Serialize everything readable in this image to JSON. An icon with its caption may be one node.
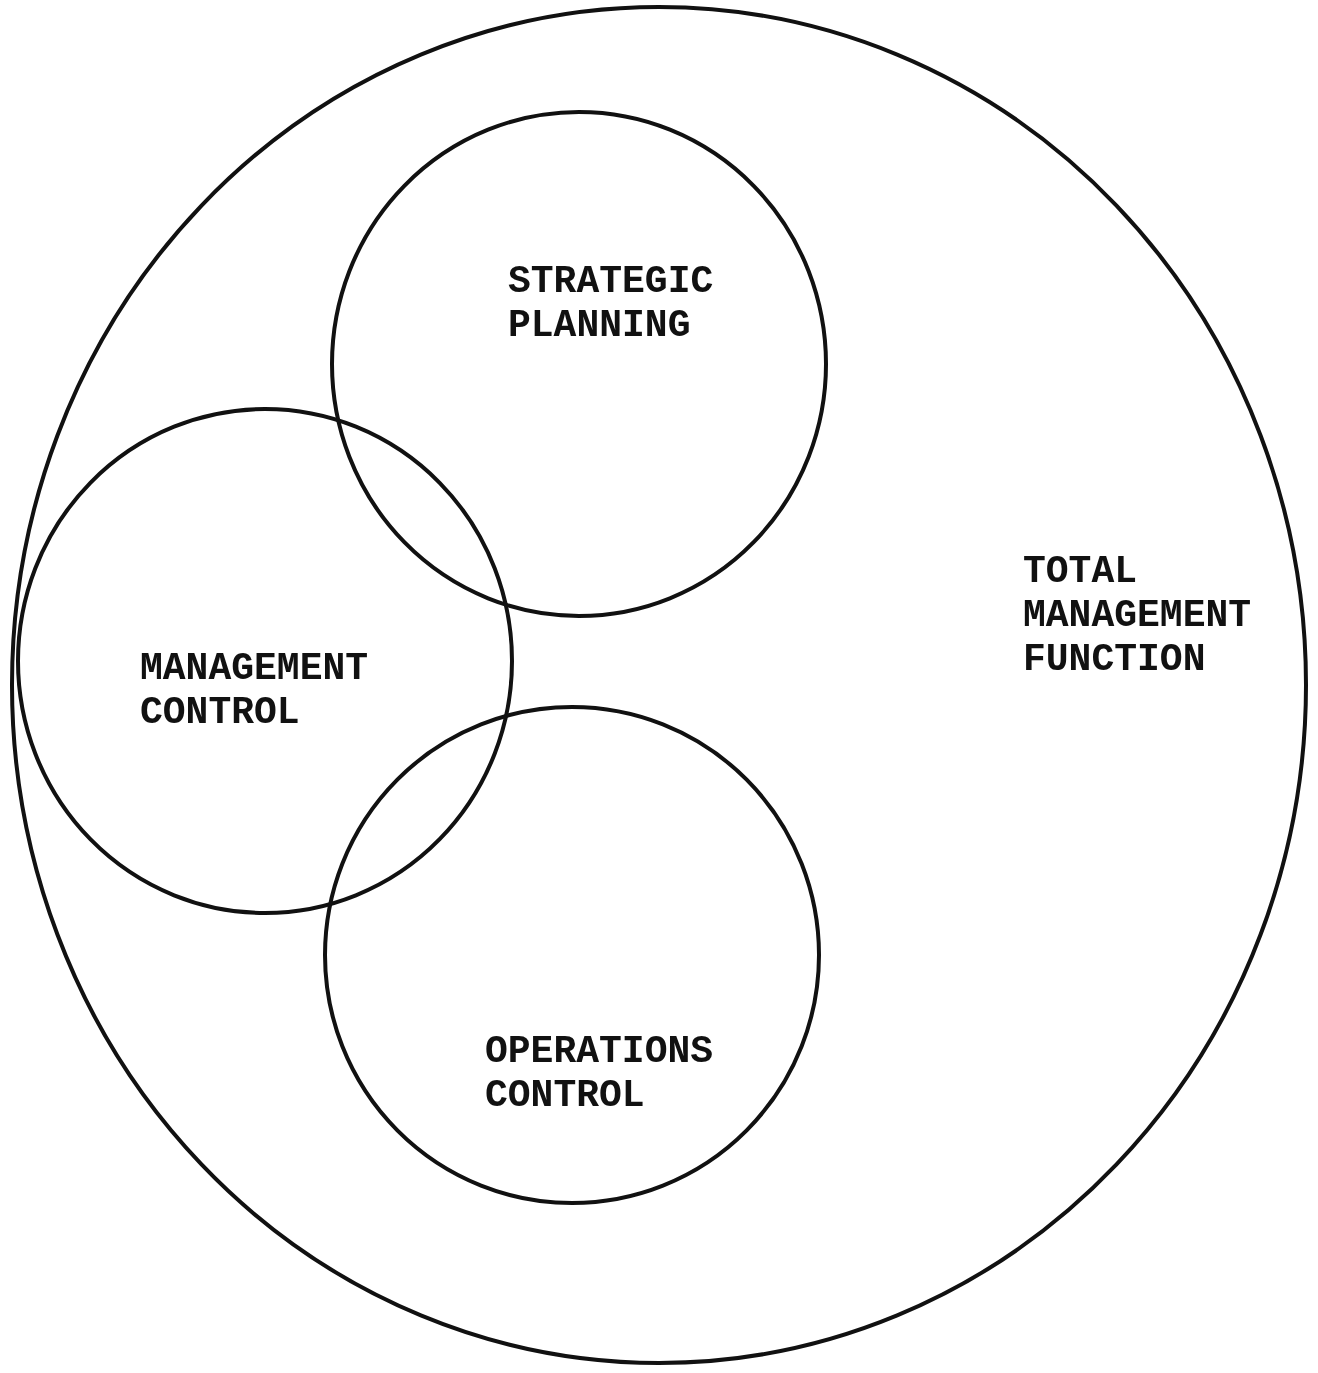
{
  "diagram": {
    "nodes": [
      {
        "text": [
          "TOTAL MANAGEMENT FUNCTION"
        ]
      },
      {
        "text": [
          "STRATEGIC PLANNING"
        ],
        "in": 0
      },
      {
        "text": [
          "MANAGEMENT CONTROL"
        ],
        "in": 0
      },
      {
        "text": [
          "OPERATIONS CONTROL"
        ],
        "in": 0
      }
    ]
  }
}
